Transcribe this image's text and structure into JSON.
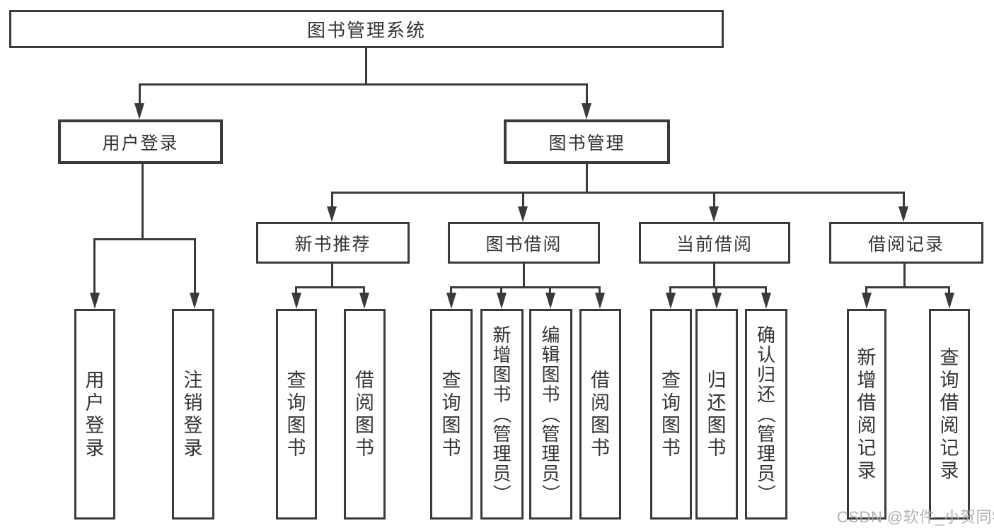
{
  "nodes": {
    "root": "图书管理系统",
    "l2": [
      "用户登录",
      "图书管理"
    ],
    "l3": [
      "新书推荐",
      "图书借阅",
      "当前借阅",
      "借阅记录"
    ],
    "leaves": {
      "login": [
        "用户登录",
        "注销登录"
      ],
      "recommend": [
        "查询图书",
        "借阅图书"
      ],
      "borrow": [
        "查询图书",
        "新增图书（管理员）",
        "编辑图书（管理员）",
        "借阅图书"
      ],
      "current": [
        "查询图书",
        "归还图书",
        "确认归还（管理员）"
      ],
      "records": [
        "新增借阅记录",
        "查询借阅记录"
      ]
    }
  },
  "watermark": "CSDN @软件_小贺同学",
  "colors": {
    "line": "#3a3a3a",
    "text": "#333333",
    "watermark": "#aaaaaa",
    "background": "#ffffff"
  }
}
